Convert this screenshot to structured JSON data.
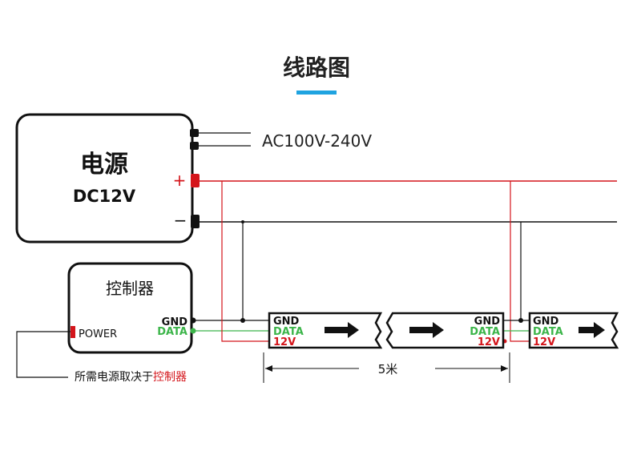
{
  "title": "线路图",
  "colors": {
    "accent": "#1fa3e0",
    "positive_wire": "#d4151b",
    "data_wire": "#3cb54a",
    "ground_wire": "#000000"
  },
  "power_supply": {
    "name": "电源",
    "spec": "DC12V",
    "ac_input_label": "AC100V-240V",
    "plus_label": "+",
    "minus_label": "−"
  },
  "controller": {
    "name": "控制器",
    "power_label": "POWER",
    "gnd_label": "GND",
    "data_label": "DATA",
    "note_prefix": "所需电源取决于",
    "note_highlight": "控制器"
  },
  "strip_segments": [
    {
      "gnd": "GND",
      "data": "DATA",
      "v": "12V",
      "arrow": "right-arrow-icon"
    },
    {
      "gnd": "GND",
      "data": "DATA",
      "v": "12V",
      "arrow": "right-arrow-icon"
    },
    {
      "gnd": "GND",
      "data": "DATA",
      "v": "12V",
      "arrow": "right-arrow-icon"
    }
  ],
  "dimension_label": "5米"
}
